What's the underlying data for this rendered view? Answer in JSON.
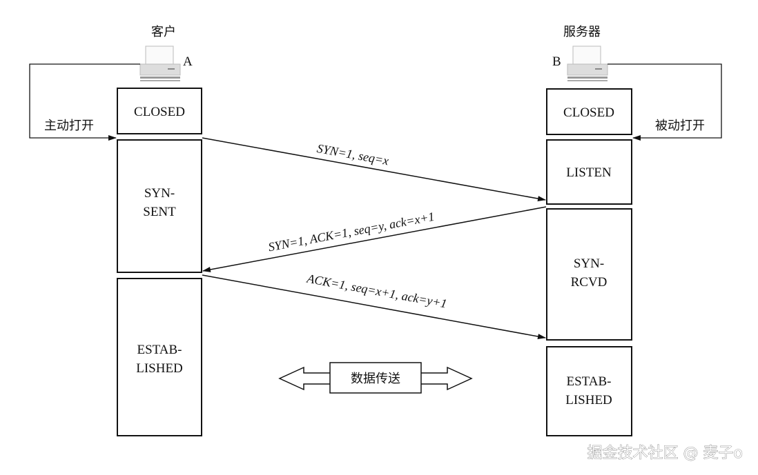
{
  "client": {
    "label": "客户",
    "id": "A",
    "action": "主动打开",
    "states": [
      "CLOSED",
      [
        "SYN-",
        "SENT"
      ],
      [
        "ESTAB-",
        "LISHED"
      ]
    ]
  },
  "server": {
    "label": "服务器",
    "id": "B",
    "action": "被动打开",
    "states": [
      "CLOSED",
      "LISTEN",
      [
        "SYN-",
        "RCVD"
      ],
      [
        "ESTAB-",
        "LISHED"
      ]
    ]
  },
  "messages": [
    "SYN=1, seq=x",
    "SYN=1, ACK=1, seq=y, ack=x+1",
    "ACK=1, seq=x+1, ack=y+1"
  ],
  "data_transfer": "数据传送",
  "watermark": "掘金技术社区 @ 麦子o"
}
